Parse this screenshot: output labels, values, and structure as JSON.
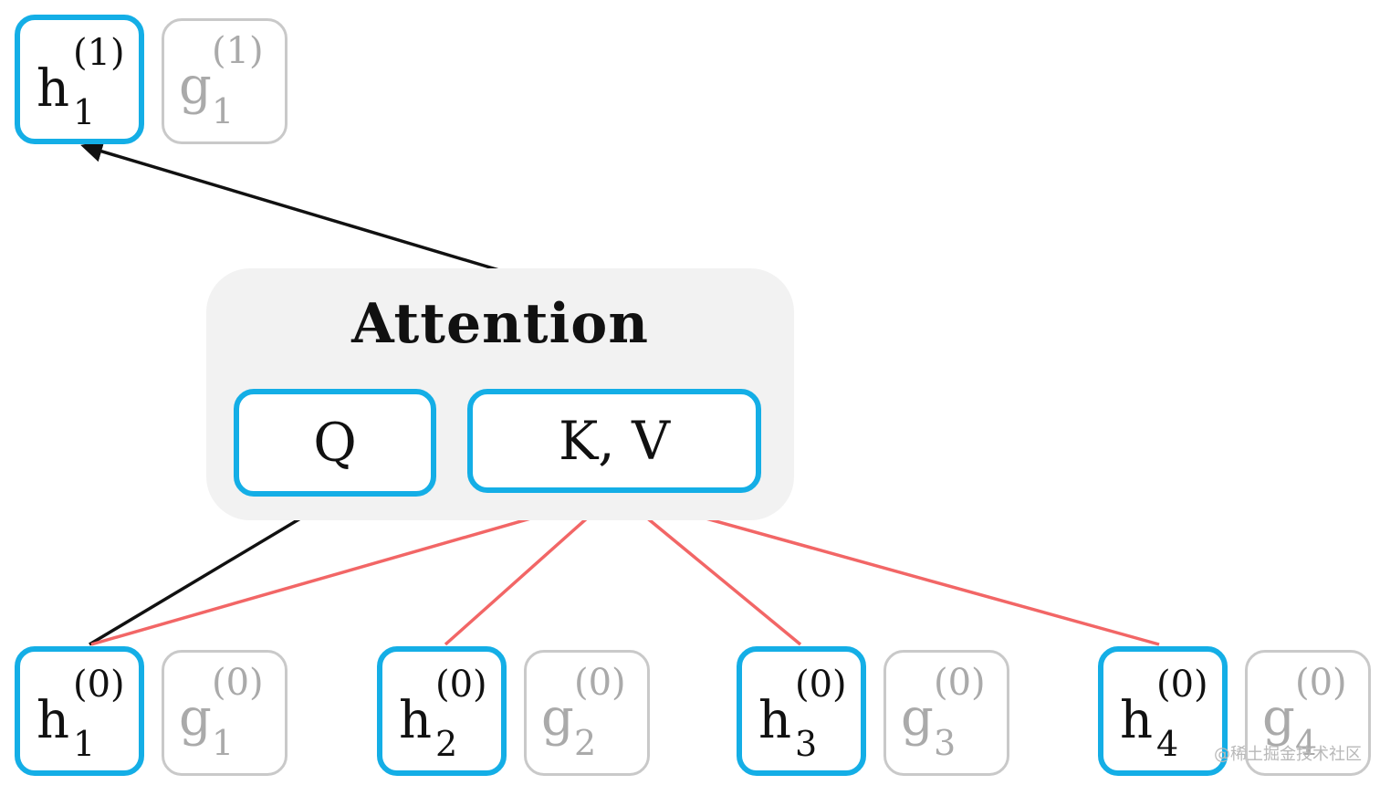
{
  "attention": {
    "title": "Attention",
    "q_label": "Q",
    "kv_label": "K, V"
  },
  "top": {
    "h1": {
      "symbol": "h",
      "sup": "(1)",
      "sub": "1"
    },
    "g1": {
      "symbol": "g",
      "sup": "(1)",
      "sub": "1"
    }
  },
  "bottom": [
    {
      "h": {
        "symbol": "h",
        "sup": "(0)",
        "sub": "1"
      },
      "g": {
        "symbol": "g",
        "sup": "(0)",
        "sub": "1"
      }
    },
    {
      "h": {
        "symbol": "h",
        "sup": "(0)",
        "sub": "2"
      },
      "g": {
        "symbol": "g",
        "sup": "(0)",
        "sub": "2"
      }
    },
    {
      "h": {
        "symbol": "h",
        "sup": "(0)",
        "sub": "3"
      },
      "g": {
        "symbol": "g",
        "sup": "(0)",
        "sub": "3"
      }
    },
    {
      "h": {
        "symbol": "h",
        "sup": "(0)",
        "sub": "4"
      },
      "g": {
        "symbol": "g",
        "sup": "(0)",
        "sub": "4"
      }
    }
  ],
  "watermark": "@稀土掘金技术社区",
  "colors": {
    "h_border": "#14aee6",
    "g_border": "#c9c9c9",
    "g_text": "#aaaaaa",
    "attention_bg": "#f2f2f2",
    "query_arrow": "#111111",
    "kv_arrow": "#f26666"
  }
}
